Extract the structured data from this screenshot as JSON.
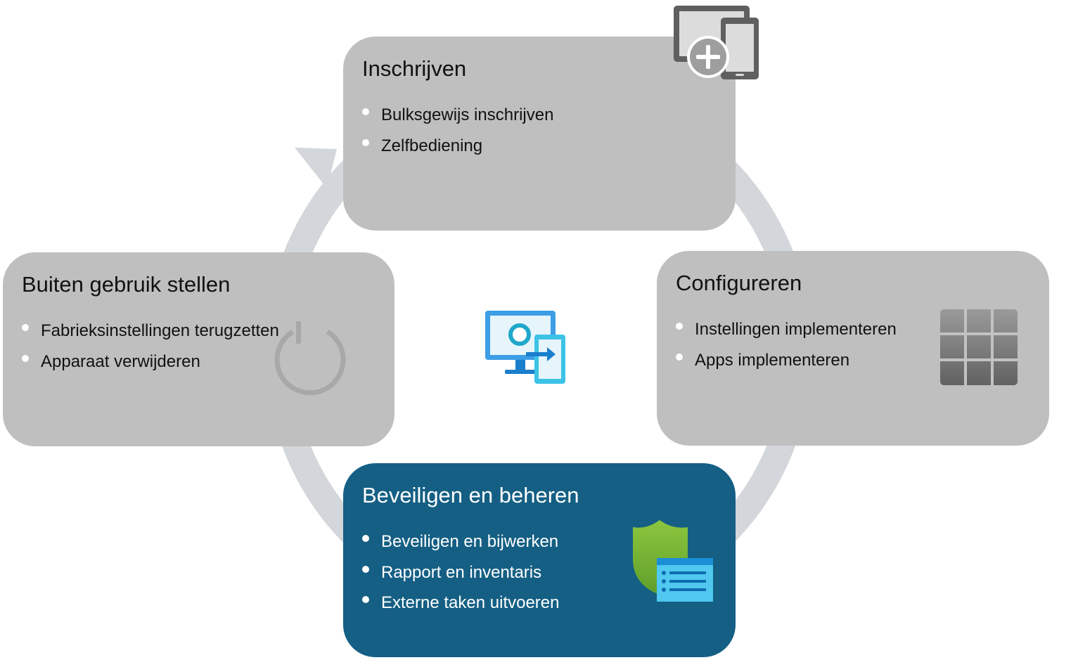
{
  "center_icon": "device-management-icon",
  "colors": {
    "card_gray": "#bfbfbf",
    "card_active": "#155f84",
    "cycle_arrow": "#d3d6da"
  },
  "stages": {
    "enroll": {
      "title": "Inschrijven",
      "items": [
        "Bulksgewijs inschrijven",
        "Zelfbediening"
      ],
      "icon": "tablet-phone-add-icon"
    },
    "configure": {
      "title": "Configureren",
      "items": [
        "Instellingen implementeren",
        "Apps implementeren"
      ],
      "icon": "app-grid-icon"
    },
    "protect": {
      "title": "Beveiligen en beheren",
      "items": [
        "Beveiligen en bijwerken",
        "Rapport en inventaris",
        "Externe taken uitvoeren"
      ],
      "icon": "shield-list-icon"
    },
    "retire": {
      "title": "Buiten gebruik stellen",
      "items": [
        "Fabrieksinstellingen terugzetten",
        "Apparaat verwijderen"
      ],
      "icon": "power-icon"
    }
  }
}
